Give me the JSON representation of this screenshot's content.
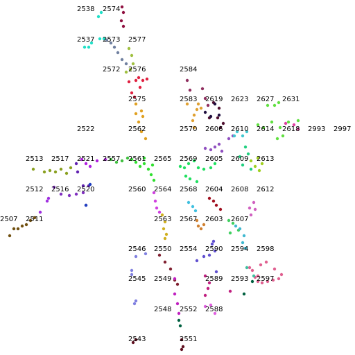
{
  "labels": [
    {
      "text": "2538"
    },
    {
      "text": "2574"
    },
    {
      "text": "2537"
    },
    {
      "text": "2573"
    },
    {
      "text": "2577"
    },
    {
      "text": "2572"
    },
    {
      "text": "2576"
    },
    {
      "text": "2584"
    },
    {
      "text": "2575"
    },
    {
      "text": "2583"
    },
    {
      "text": "2619"
    },
    {
      "text": "2623"
    },
    {
      "text": "2627"
    },
    {
      "text": "2631"
    },
    {
      "text": "2522"
    },
    {
      "text": "2562"
    },
    {
      "text": "2570"
    },
    {
      "text": "2606"
    },
    {
      "text": "2610"
    },
    {
      "text": "2614"
    },
    {
      "text": "2618"
    },
    {
      "text": "2993"
    },
    {
      "text": "2997"
    },
    {
      "text": "2513"
    },
    {
      "text": "2517"
    },
    {
      "text": "2521"
    },
    {
      "text": "2557"
    },
    {
      "text": "2561"
    },
    {
      "text": "2565"
    },
    {
      "text": "2569"
    },
    {
      "text": "2605"
    },
    {
      "text": "2609"
    },
    {
      "text": "2613"
    },
    {
      "text": "2512"
    },
    {
      "text": "2516"
    },
    {
      "text": "2520"
    },
    {
      "text": "2560"
    },
    {
      "text": "2564"
    },
    {
      "text": "2568"
    },
    {
      "text": "2604"
    },
    {
      "text": "2608"
    },
    {
      "text": "2612"
    },
    {
      "text": "2507"
    },
    {
      "text": "2511"
    },
    {
      "text": "2563"
    },
    {
      "text": "2567"
    },
    {
      "text": "2603"
    },
    {
      "text": "2607"
    },
    {
      "text": "2546"
    },
    {
      "text": "2550"
    },
    {
      "text": "2554"
    },
    {
      "text": "2590"
    },
    {
      "text": "2594"
    },
    {
      "text": "2598"
    },
    {
      "text": "2545"
    },
    {
      "text": "2549"
    },
    {
      "text": "2589"
    },
    {
      "text": "2593"
    },
    {
      "text": "2597"
    },
    {
      "text": "2548"
    },
    {
      "text": "2552"
    },
    {
      "text": "2588"
    },
    {
      "text": "2543"
    },
    {
      "text": "2551"
    }
  ],
  "clusters": [
    {
      "color": "#20e0c8"
    },
    {
      "color": "#901040"
    },
    {
      "color": "#7080a0"
    },
    {
      "color": "#a0c040"
    },
    {
      "color": "#e02040"
    },
    {
      "color": "#e0a020"
    },
    {
      "color": "#903060"
    },
    {
      "color": "#e0a030"
    },
    {
      "color": "#501030"
    },
    {
      "color": "#9050c0"
    },
    {
      "color": "#60e040"
    },
    {
      "color": "#e040a0"
    },
    {
      "color": "#40c8d0"
    },
    {
      "color": "#a0d020"
    },
    {
      "color": "#20d080"
    },
    {
      "color": "#20e060"
    },
    {
      "color": "#30e030"
    },
    {
      "color": "#b020e0"
    },
    {
      "color": "#40c040"
    },
    {
      "color": "#6020b0"
    },
    {
      "color": "#8aa020"
    },
    {
      "color": "#8030c0"
    },
    {
      "color": "#705010"
    },
    {
      "color": "#a030e0"
    },
    {
      "color": "#d040e0"
    },
    {
      "color": "#d0b020"
    },
    {
      "color": "#40c0e0"
    },
    {
      "color": "#d08030"
    },
    {
      "color": "#a01020"
    },
    {
      "color": "#40d060"
    },
    {
      "color": "#40b8d0"
    },
    {
      "color": "#d060c0"
    },
    {
      "color": "#8080e0"
    },
    {
      "color": "#6050d0"
    },
    {
      "color": "#802030"
    },
    {
      "color": "#e06090"
    },
    {
      "color": "#40c0a0"
    },
    {
      "color": "#c02080"
    },
    {
      "color": "#c020c0"
    },
    {
      "color": "#006040"
    },
    {
      "color": "#601020"
    },
    {
      "color": "#e060e0"
    },
    {
      "color": "#201040"
    },
    {
      "color": "#2040c0"
    }
  ]
}
